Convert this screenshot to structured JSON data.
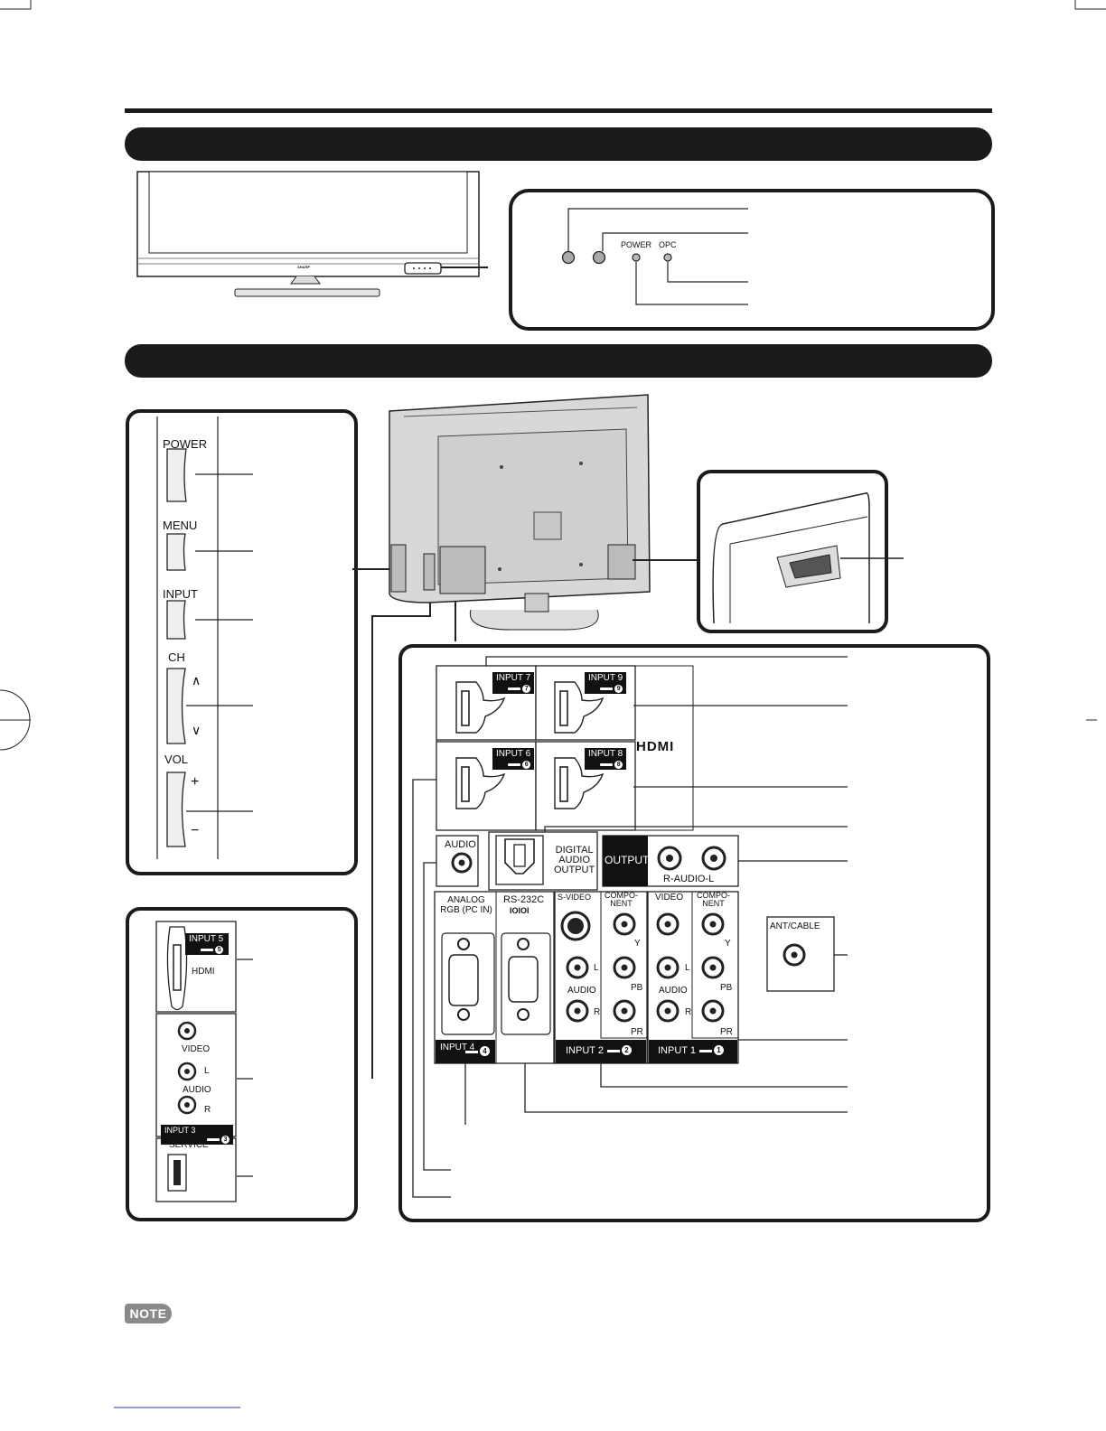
{
  "front_view": {
    "brand_text": "SHARP",
    "indicators": {
      "power_label": "POWER",
      "opc_label": "OPC"
    }
  },
  "side_controls": {
    "power_label": "POWER",
    "menu_label": "MENU",
    "input_label": "INPUT",
    "ch_label": "CH",
    "ch_up_symbol": "∧",
    "ch_down_symbol": "∨",
    "vol_label": "VOL",
    "vol_plus_symbol": "+",
    "vol_minus_symbol": "−"
  },
  "side_terminals": {
    "input5_label": "INPUT 5",
    "input5_number": "5",
    "hdmi_label": "HDMI",
    "video_label": "VIDEO",
    "audio_label": "AUDIO",
    "audio_l": "L",
    "audio_r": "R",
    "input3_label": "INPUT 3",
    "input3_number": "3",
    "service_label": "SERVICE"
  },
  "rear_terminals": {
    "hdmi_ports": [
      {
        "label": "INPUT 7",
        "number": "7"
      },
      {
        "label": "INPUT 9",
        "number": "9"
      },
      {
        "label": "INPUT 6",
        "number": "6"
      },
      {
        "label": "INPUT 8",
        "number": "8"
      }
    ],
    "hdmi_logo": "HDMI",
    "audio_label": "AUDIO",
    "digital_audio_output_lines": [
      "DIGITAL",
      "AUDIO",
      "OUTPUT"
    ],
    "output_label": "OUTPUT",
    "output_audio_label": "R-AUDIO-L",
    "analog_rgb_lines": [
      "ANALOG",
      "RGB (PC IN)"
    ],
    "rs232c_label": "RS-232C",
    "rs232c_symbol": "IOIOI",
    "input4_label": "INPUT 4",
    "input4_number": "4",
    "svideo_label": "S-VIDEO",
    "component_lines": [
      "COMPO-",
      "NENT"
    ],
    "video_label": "VIDEO",
    "audio_label_2": "AUDIO",
    "y_label": "Y",
    "pb_label": "PB",
    "pr_label": "PR",
    "l_label": "L",
    "r_label": "R",
    "input2_label": "INPUT 2",
    "input2_number": "2",
    "input1_label": "INPUT 1",
    "input1_number": "1",
    "ant_cable_label": "ANT/CABLE"
  },
  "note_badge": "NOTE"
}
